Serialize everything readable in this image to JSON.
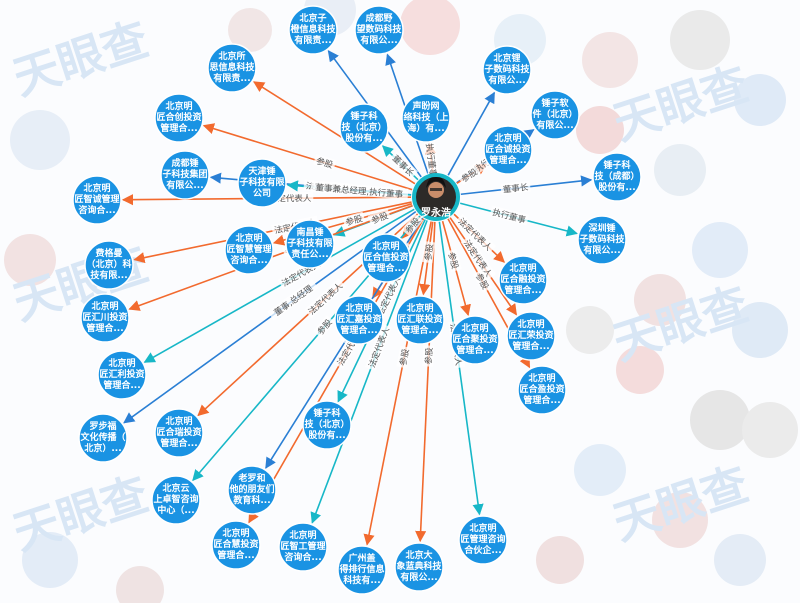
{
  "colors": {
    "node_fill": "#1a93e3",
    "node_border": "#ffffff",
    "center_ring": "#17b7c7",
    "edge_orange": "#f26a2e",
    "edge_teal": "#17b7c7",
    "edge_blue": "#2a7fd4",
    "watermark": "#d8e6f5"
  },
  "watermark_text": "天眼查",
  "center": {
    "name": "罗永浩"
  },
  "nodes": [
    {
      "id": "n1",
      "lines": [
        "北京子",
        "橙信息科技",
        "有限责..."
      ]
    },
    {
      "id": "n2",
      "lines": [
        "成都野",
        "望数码科技",
        "有限公..."
      ]
    },
    {
      "id": "n3",
      "lines": [
        "北京所",
        "思信息科技",
        "有限责..."
      ]
    },
    {
      "id": "n4",
      "lines": [
        "北京锂",
        "子数码科技",
        "有限公..."
      ]
    },
    {
      "id": "n5",
      "lines": [
        "北京明",
        "匠合创投资",
        "管理合..."
      ]
    },
    {
      "id": "n6",
      "lines": [
        "声盼网",
        "络科技（上",
        "海）有..."
      ]
    },
    {
      "id": "n7",
      "lines": [
        "锤子科",
        "技（北京）",
        "股份有..."
      ]
    },
    {
      "id": "n8",
      "lines": [
        "锤子软",
        "件（北京）",
        "有限公..."
      ]
    },
    {
      "id": "n9",
      "lines": [
        "北京明",
        "匠合诚投资",
        "管理合..."
      ]
    },
    {
      "id": "n10",
      "lines": [
        "成都锤",
        "子科技集团",
        "有限公..."
      ]
    },
    {
      "id": "n11",
      "lines": [
        "天津锤",
        "子科技有限",
        "公司"
      ]
    },
    {
      "id": "n12",
      "lines": [
        "锤子科",
        "技（成都）",
        "股份有..."
      ]
    },
    {
      "id": "n13",
      "lines": [
        "北京明",
        "匠智诚管理",
        "咨询合..."
      ]
    },
    {
      "id": "n14",
      "lines": [
        "深圳锤",
        "子数码科技",
        "有限公..."
      ]
    },
    {
      "id": "n15",
      "lines": [
        "南昌锤",
        "子科技有限",
        "责任公..."
      ]
    },
    {
      "id": "n16",
      "lines": [
        "北京明",
        "匠智慧管理",
        "咨询合..."
      ]
    },
    {
      "id": "n17",
      "lines": [
        "费格曼",
        "（北京）科",
        "技有限..."
      ]
    },
    {
      "id": "n18",
      "lines": [
        "北京明",
        "匠合信投资",
        "管理合..."
      ]
    },
    {
      "id": "n19",
      "lines": [
        "北京明",
        "匠合融投资",
        "管理合..."
      ]
    },
    {
      "id": "n20",
      "lines": [
        "北京明",
        "匠汇川投资",
        "管理合..."
      ]
    },
    {
      "id": "n21",
      "lines": [
        "北京明",
        "匠汇嘉投资",
        "管理合..."
      ]
    },
    {
      "id": "n22",
      "lines": [
        "北京明",
        "匠汇联投资",
        "管理合..."
      ]
    },
    {
      "id": "n23",
      "lines": [
        "北京明",
        "匠合聚投资",
        "管理合..."
      ]
    },
    {
      "id": "n24",
      "lines": [
        "北京明",
        "匠汇荣投资",
        "管理合..."
      ]
    },
    {
      "id": "n25",
      "lines": [
        "北京明",
        "匠汇利投资",
        "管理合..."
      ]
    },
    {
      "id": "n26",
      "lines": [
        "北京明",
        "匠合盈投资",
        "管理合..."
      ]
    },
    {
      "id": "n27",
      "lines": [
        "罗步福",
        "文化传播（",
        "北京）..."
      ]
    },
    {
      "id": "n28",
      "lines": [
        "北京明",
        "匠合瑞投资",
        "管理合..."
      ]
    },
    {
      "id": "n29",
      "lines": [
        "锤子科",
        "技（北京）",
        "股份有..."
      ]
    },
    {
      "id": "n30",
      "lines": [
        "老罗和",
        "他的朋友们",
        "教育科..."
      ]
    },
    {
      "id": "n31",
      "lines": [
        "北京云",
        "上卓智咨询",
        "中心（..."
      ]
    },
    {
      "id": "n32",
      "lines": [
        "北京明",
        "匠合慧投资",
        "管理合..."
      ]
    },
    {
      "id": "n33",
      "lines": [
        "北京明",
        "匠智工管理",
        "咨询合..."
      ]
    },
    {
      "id": "n34",
      "lines": [
        "广州盖",
        "得排行信息",
        "科技有..."
      ]
    },
    {
      "id": "n35",
      "lines": [
        "北京大",
        "象蓝典科技",
        "有限公..."
      ]
    },
    {
      "id": "n36",
      "lines": [
        "北京明",
        "匠管理咨询",
        "合伙企..."
      ]
    }
  ],
  "edges": [
    {
      "to": "n1",
      "color": "blue",
      "dir": "out",
      "label": ""
    },
    {
      "to": "n2",
      "color": "blue",
      "dir": "out",
      "label": ""
    },
    {
      "to": "n3",
      "color": "orange",
      "dir": "out",
      "label": ""
    },
    {
      "to": "n4",
      "color": "blue",
      "dir": "out",
      "label": ""
    },
    {
      "to": "n5",
      "color": "orange",
      "dir": "out",
      "label": "参股"
    },
    {
      "to": "n6",
      "color": "orange",
      "dir": "out",
      "label": "执行董事"
    },
    {
      "to": "n7",
      "color": "teal",
      "dir": "out",
      "label": "董事长"
    },
    {
      "to": "n8",
      "color": "blue",
      "dir": "out",
      "label": "执行董事"
    },
    {
      "to": "n9",
      "color": "orange",
      "dir": "out",
      "label": "参股"
    },
    {
      "to": "n10",
      "color": "blue",
      "dir": "out",
      "label": "法定代表人"
    },
    {
      "to": "n11",
      "color": "teal",
      "dir": "out",
      "label": "董事兼总经理,执行董事"
    },
    {
      "to": "n12",
      "color": "blue",
      "dir": "out",
      "label": "董事长"
    },
    {
      "to": "n13",
      "color": "orange",
      "dir": "out",
      "label": "法定代表人"
    },
    {
      "to": "n14",
      "color": "teal",
      "dir": "out",
      "label": "执行董事"
    },
    {
      "to": "n15",
      "color": "teal",
      "dir": "out",
      "label": "参股"
    },
    {
      "to": "n16",
      "color": "orange",
      "dir": "out",
      "label": "参股"
    },
    {
      "to": "n17",
      "color": "orange",
      "dir": "out",
      "label": "法定代表人"
    },
    {
      "to": "n18",
      "color": "orange",
      "dir": "out",
      "label": "参股"
    },
    {
      "to": "n19",
      "color": "orange",
      "dir": "out",
      "label": "法定代表人"
    },
    {
      "to": "n20",
      "color": "orange",
      "dir": "out",
      "label": "参股"
    },
    {
      "to": "n21",
      "color": "orange",
      "dir": "out",
      "label": "参股"
    },
    {
      "to": "n22",
      "color": "orange",
      "dir": "out",
      "label": "参股"
    },
    {
      "to": "n23",
      "color": "orange",
      "dir": "out",
      "label": "参股"
    },
    {
      "to": "n24",
      "color": "orange",
      "dir": "out",
      "label": "法定代表人"
    },
    {
      "to": "n25",
      "color": "teal",
      "dir": "out",
      "label": "法定代表人"
    },
    {
      "to": "n26",
      "color": "orange",
      "dir": "out",
      "label": "参股"
    },
    {
      "to": "n27",
      "color": "blue",
      "dir": "out",
      "label": "董事,总经理"
    },
    {
      "to": "n28",
      "color": "orange",
      "dir": "out",
      "label": "法定代表人"
    },
    {
      "to": "n29",
      "color": "teal",
      "dir": "out",
      "label": "法定代表人"
    },
    {
      "to": "n30",
      "color": "blue",
      "dir": "out",
      "label": "法定代表人"
    },
    {
      "to": "n31",
      "color": "teal",
      "dir": "out",
      "label": "参股"
    },
    {
      "to": "n32",
      "color": "orange",
      "dir": "out",
      "label": "法定代表人"
    },
    {
      "to": "n33",
      "color": "teal",
      "dir": "out",
      "label": "法定代表人"
    },
    {
      "to": "n34",
      "color": "orange",
      "dir": "out",
      "label": "参股"
    },
    {
      "to": "n35",
      "color": "orange",
      "dir": "out",
      "label": "参股"
    },
    {
      "to": "n36",
      "color": "teal",
      "dir": "out",
      "label": "法定代表人"
    }
  ]
}
